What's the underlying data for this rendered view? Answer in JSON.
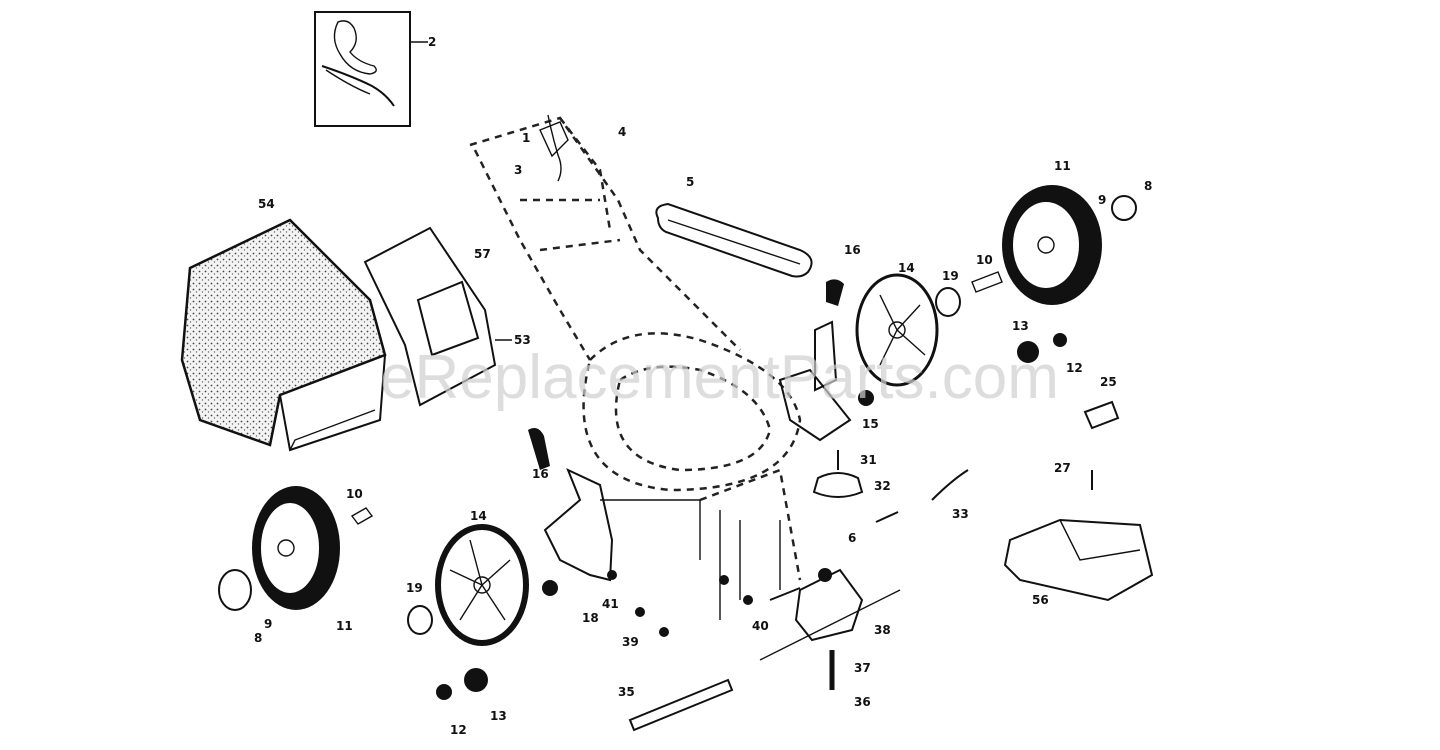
{
  "watermark": "eReplacementParts.com",
  "header_text": "",
  "callouts": [
    {
      "id": "c2",
      "text": "2"
    },
    {
      "id": "c4",
      "text": "4"
    },
    {
      "id": "c1",
      "text": "1"
    },
    {
      "id": "c3",
      "text": "3"
    },
    {
      "id": "c5",
      "text": "5"
    },
    {
      "id": "c54",
      "text": "54"
    },
    {
      "id": "c57",
      "text": "57"
    },
    {
      "id": "c53",
      "text": "53"
    },
    {
      "id": "c16a",
      "text": "16"
    },
    {
      "id": "c14a",
      "text": "14"
    },
    {
      "id": "c19a",
      "text": "19"
    },
    {
      "id": "c10a",
      "text": "10"
    },
    {
      "id": "c11a",
      "text": "11"
    },
    {
      "id": "c9a",
      "text": "9"
    },
    {
      "id": "c8a",
      "text": "8"
    },
    {
      "id": "c13a",
      "text": "13"
    },
    {
      "id": "c12a",
      "text": "12"
    },
    {
      "id": "c15",
      "text": "15"
    },
    {
      "id": "c25",
      "text": "25"
    },
    {
      "id": "c27",
      "text": "27"
    },
    {
      "id": "c56",
      "text": "56"
    },
    {
      "id": "c31",
      "text": "31"
    },
    {
      "id": "c32",
      "text": "32"
    },
    {
      "id": "c33",
      "text": "33"
    },
    {
      "id": "c6",
      "text": "6"
    },
    {
      "id": "c16b",
      "text": "16"
    },
    {
      "id": "c14b",
      "text": "14"
    },
    {
      "id": "c10b",
      "text": "10"
    },
    {
      "id": "c19b",
      "text": "19"
    },
    {
      "id": "c11b",
      "text": "11"
    },
    {
      "id": "c9b",
      "text": "9"
    },
    {
      "id": "c8b",
      "text": "8"
    },
    {
      "id": "c41",
      "text": "41"
    },
    {
      "id": "c18",
      "text": "18"
    },
    {
      "id": "c39",
      "text": "39"
    },
    {
      "id": "c40",
      "text": "40"
    },
    {
      "id": "c38",
      "text": "38"
    },
    {
      "id": "c37",
      "text": "37"
    },
    {
      "id": "c36",
      "text": "36"
    },
    {
      "id": "c35",
      "text": "35"
    },
    {
      "id": "c13b",
      "text": "13"
    },
    {
      "id": "c12b",
      "text": "12"
    }
  ]
}
